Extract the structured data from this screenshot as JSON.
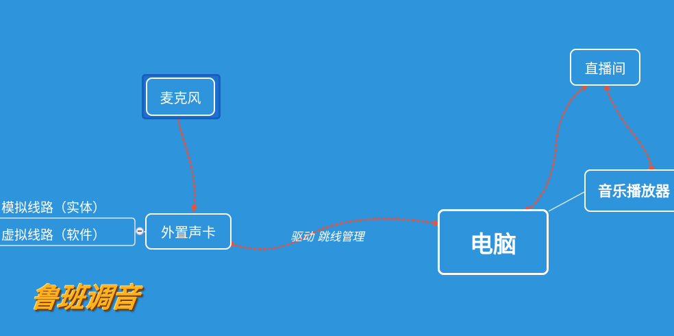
{
  "nodes": {
    "mic": "麦克风",
    "sound_card": "外置声卡",
    "computer": "电脑",
    "live_room": "直播间",
    "music_player": "音乐播放器"
  },
  "branches": {
    "analog": "模拟线路（实体）",
    "virtual": "虚拟线路（软件）"
  },
  "edge_label": "驱动 跳线管理",
  "logo": "鲁班调音",
  "colors": {
    "background": "#2e94dc",
    "node_border": "#ffffff",
    "arrow": "#e4553f",
    "selected": "#1a5fbf"
  }
}
